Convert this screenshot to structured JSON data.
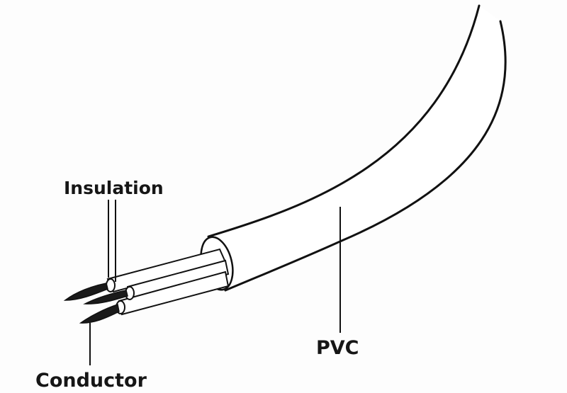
{
  "diagram": {
    "labels": {
      "insulation": "Insulation",
      "pvc": "PVC",
      "conductor": "Conductor"
    },
    "colors": {
      "background": "#fdfdfd",
      "line": "#111111",
      "fill": "#ffffff"
    }
  }
}
